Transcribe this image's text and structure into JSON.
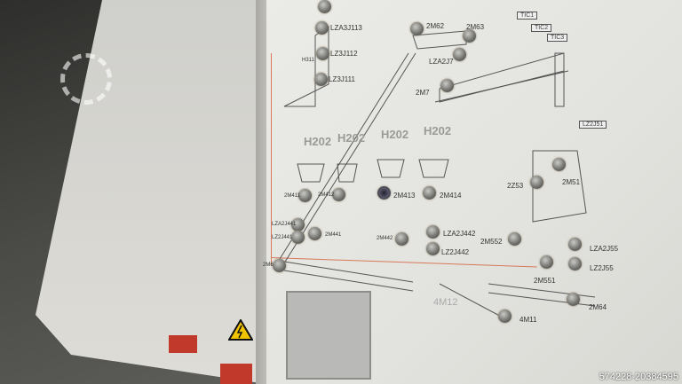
{
  "watermark": "574228-20384595",
  "schematic": {
    "labels": [
      "LZA3J113",
      "LZ3J112",
      "LZ3J111",
      "H311",
      "2M62",
      "2M63",
      "LZA2J7",
      "2M7",
      "2M6",
      "2M411",
      "2M412",
      "2M413",
      "2M414",
      "LZA2J441",
      "LZ2J441",
      "2M441",
      "2M442",
      "LZA2J442",
      "LZ2J442",
      "2Z53",
      "2M51",
      "2M552",
      "2M551",
      "LZA2J55",
      "LZ2J55",
      "2M64",
      "4M12",
      "4M11"
    ],
    "tags": [
      "TIC1",
      "TIC2",
      "TIC3",
      "LZ2J51"
    ],
    "hoppers": [
      "H202",
      "H202",
      "H202",
      "H202"
    ]
  },
  "colors": {
    "panel": "#e6e6e2",
    "line": "#d9785a",
    "button": "#6d6d6a"
  }
}
